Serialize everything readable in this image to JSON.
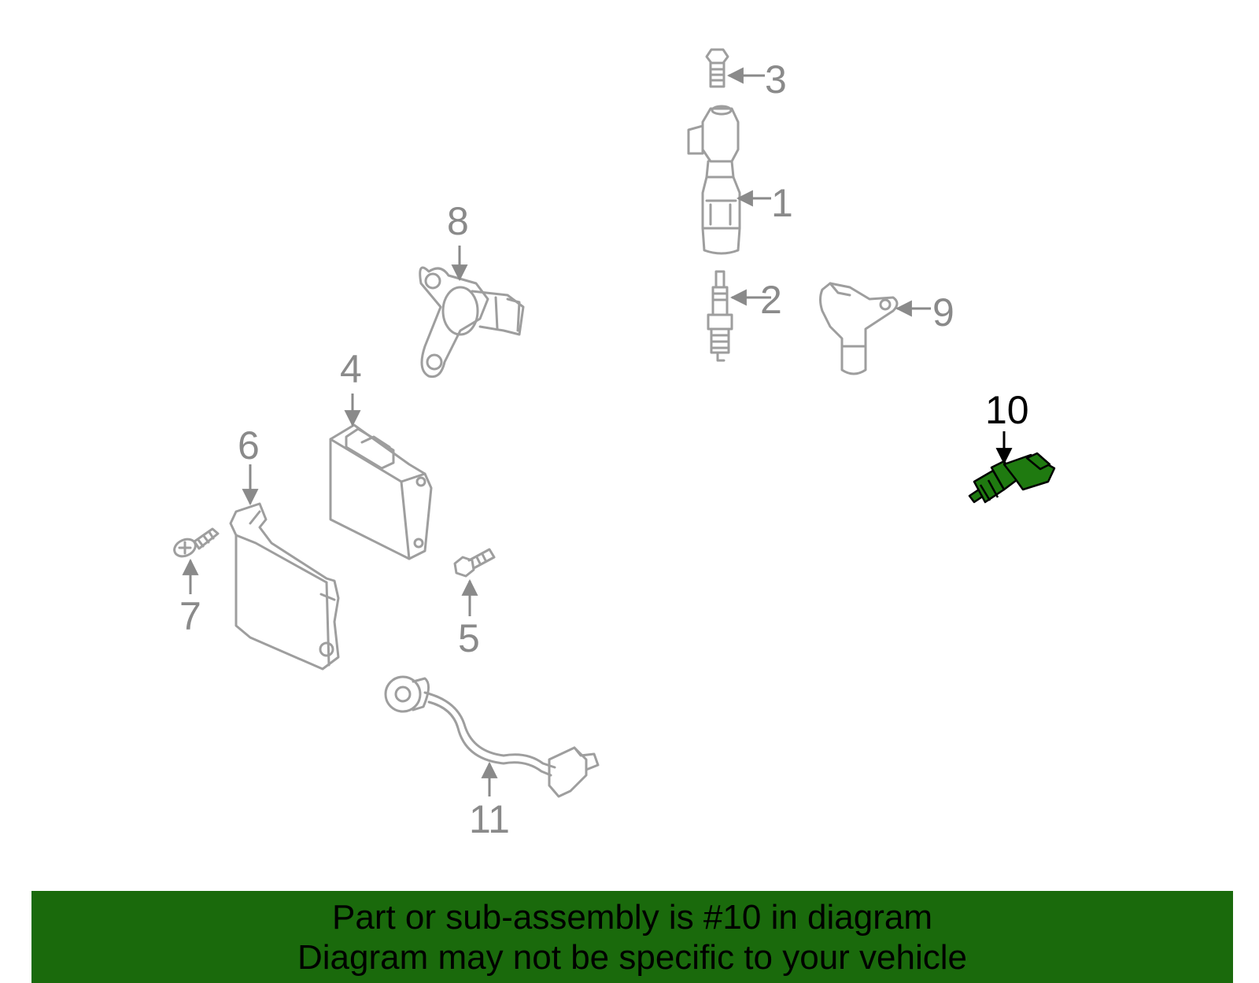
{
  "colors": {
    "part_outline": "#9e9e9e",
    "label_gray": "#8a8a8a",
    "highlight_fill": "#1f7a10",
    "highlight_outline": "#000000",
    "banner_bg": "#1a6a0c",
    "banner_text": "#000000"
  },
  "callouts": {
    "c1": "1",
    "c2": "2",
    "c3": "3",
    "c4": "4",
    "c5": "5",
    "c6": "6",
    "c7": "7",
    "c8": "8",
    "c9": "9",
    "c10": "10",
    "c11": "11"
  },
  "highlighted_part": "10",
  "banner": {
    "line1": "Part or sub-assembly is #10 in diagram",
    "line2": "Diagram may not be specific to your vehicle"
  }
}
